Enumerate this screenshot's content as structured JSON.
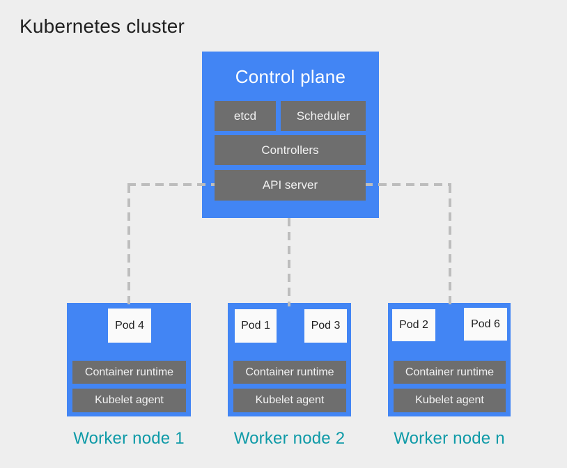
{
  "title": "Kubernetes cluster",
  "control_plane": {
    "label": "Control plane",
    "components": [
      "etcd",
      "Scheduler",
      "Controllers",
      "API server"
    ]
  },
  "worker_nodes": [
    {
      "label": "Worker node 1",
      "pods": [
        "Pod 4"
      ],
      "components": [
        "Container runtime",
        "Kubelet agent"
      ]
    },
    {
      "label": "Worker node 2",
      "pods": [
        "Pod 1",
        "Pod 3"
      ],
      "components": [
        "Container runtime",
        "Kubelet agent"
      ]
    },
    {
      "label": "Worker node n",
      "pods": [
        "Pod 2",
        "Pod 6"
      ],
      "components": [
        "Container runtime",
        "Kubelet agent"
      ]
    }
  ],
  "colors": {
    "background": "#eeeeee",
    "node_blue": "#4285f4",
    "component_gray": "#6e6e6e",
    "pod_white": "#fafafa",
    "connector_gray": "#bdbdbd",
    "worker_label_teal": "#0e9aa7",
    "title_text": "#212121",
    "light_text": "#ffffff"
  }
}
